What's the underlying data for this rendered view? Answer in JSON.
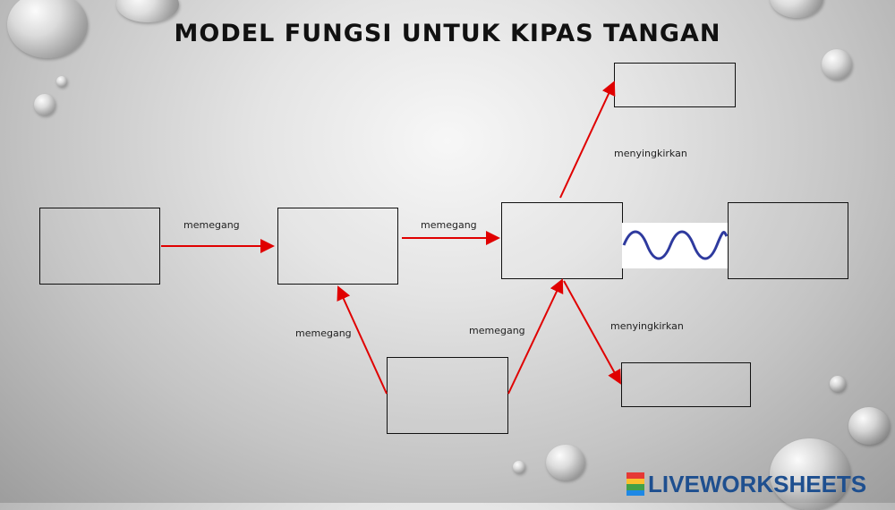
{
  "title": "MODEL FUNGSI UNTUK KIPAS TANGAN",
  "labels": {
    "l1": "memegang",
    "l2": "memegang",
    "l3": "memegang",
    "l4": "memegang",
    "l5": "menyingkirkan",
    "l6": "menyingkirkan"
  },
  "brand": {
    "text": "LIVEWORKSHEETS",
    "logo_colors": [
      "#e53935",
      "#fbc02d",
      "#43a047",
      "#1e88e5"
    ]
  },
  "colors": {
    "arrow": "#e00000",
    "wave": "#2e3a9e"
  }
}
